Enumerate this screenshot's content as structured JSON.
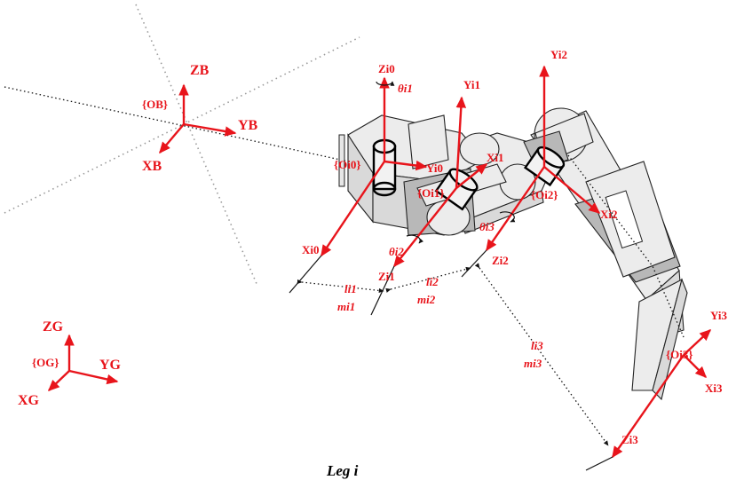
{
  "caption": "Leg i",
  "frames": {
    "base": {
      "origin": "{OB}",
      "x": "XB",
      "y": "YB",
      "z": "ZB"
    },
    "ground": {
      "origin": "{OG}",
      "x": "XG",
      "y": "YG",
      "z": "ZG"
    },
    "joint0": {
      "origin": "{Oi0}",
      "x": "Xi0",
      "y": "Yi0",
      "z": "Zi0"
    },
    "joint1": {
      "origin": "{Oi1}",
      "x": "Xi1",
      "y": "Yi1",
      "z": "Zi1"
    },
    "joint2": {
      "origin": "{Oi2}",
      "x": "Xi2",
      "y": "Yi2",
      "z": "Zi2"
    },
    "joint3": {
      "origin": "{Oi3}",
      "x": "Xi3",
      "y": "Yi3",
      "z": "Zi3"
    }
  },
  "angles": {
    "theta1": "θi1",
    "theta2": "θi2",
    "theta3": "θi3"
  },
  "links": {
    "l1": "li1",
    "m1": "mi1",
    "l2": "li2",
    "m2": "mi2",
    "l3": "li3",
    "m3": "mi3"
  },
  "colors": {
    "axis": "#e8141b",
    "part": "#d9d9d9",
    "guide": "#9a9a9a"
  }
}
